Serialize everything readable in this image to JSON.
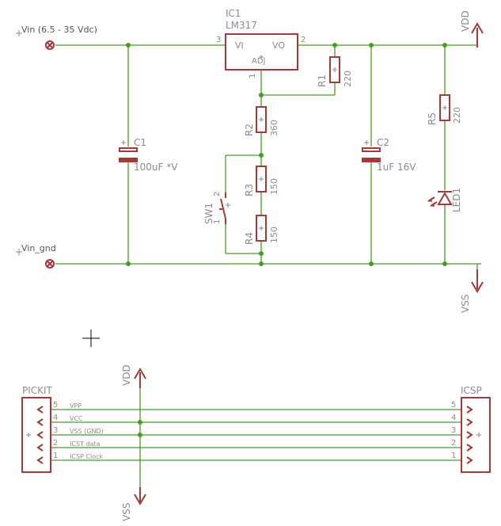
{
  "inputs": {
    "vin_label": "Vin (6.5 - 35 Vdc)",
    "gnd_label": "Vin_gnd"
  },
  "ic1": {
    "name": "IC1",
    "value": "LM317",
    "pin_vi": "VI",
    "pin_vo": "VO",
    "pin_adj": "ADJ",
    "pin3": "3",
    "pin2": "2",
    "pin1": "1"
  },
  "c1": {
    "name": "C1",
    "value": "100uF *V"
  },
  "c2": {
    "name": "C2",
    "value": "1uF 16V"
  },
  "r1": {
    "name": "R1",
    "value": "220"
  },
  "r2": {
    "name": "R2",
    "value": "360"
  },
  "r3": {
    "name": "R3",
    "value": "150"
  },
  "r4": {
    "name": "R4",
    "value": "150"
  },
  "r5": {
    "name": "R5",
    "value": "220"
  },
  "sw1": {
    "name": "SW1",
    "pin1": "1",
    "pin2": "2"
  },
  "led1": {
    "name": "LED1"
  },
  "supply": {
    "vdd": "VDD",
    "vss": "VSS"
  },
  "headers": {
    "left": "PICKIT",
    "right": "ICSP",
    "signals": [
      {
        "num": "5",
        "name": "VPP"
      },
      {
        "num": "4",
        "name": "VCC"
      },
      {
        "num": "3",
        "name": "VSS (GND)"
      },
      {
        "num": "2",
        "name": "ICST data"
      },
      {
        "num": "1",
        "name": "ICSP Clock"
      }
    ]
  },
  "colors": {
    "wire": "#4a9a2a",
    "symbol": "#a23a3a",
    "label": "#8c8c8c"
  }
}
